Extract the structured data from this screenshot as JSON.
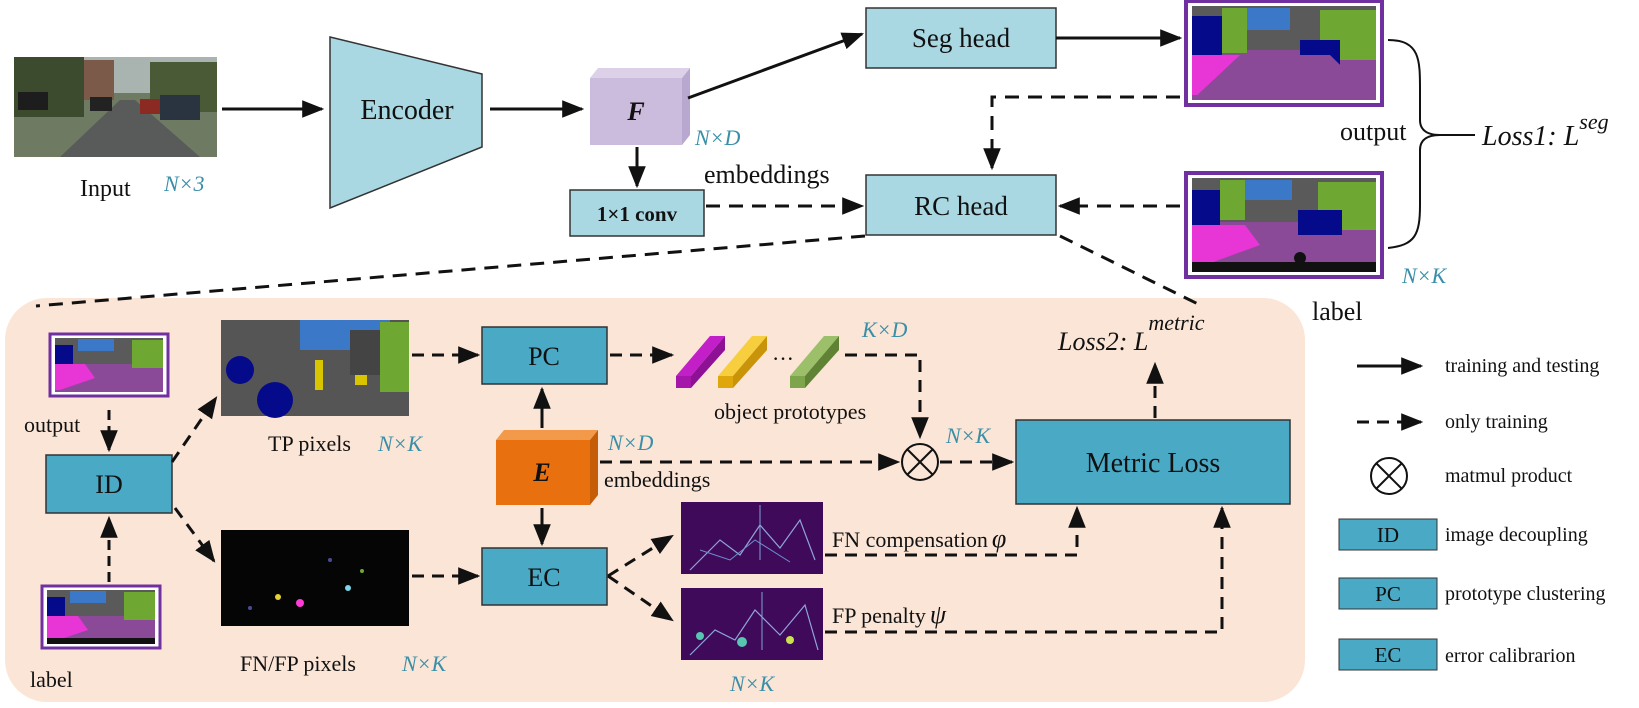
{
  "colors": {
    "module_fill": "#a9d8e3",
    "module_dark_fill": "#4aa9c4",
    "feature_fill": "#cbbcdd",
    "embedding_fill": "#e8700e",
    "panel_fill": "#fbe5d6",
    "frame_border": "#7030a0",
    "dim_text": "#3a8fa8",
    "proto_1": "#c31fc8",
    "proto_2": "#f3bb14",
    "proto_3": "#7ea54b"
  },
  "top": {
    "input_label": "Input",
    "input_dim": "N×3",
    "encoder_label": "Encoder",
    "feature_label": "F",
    "feature_dim": "N×D",
    "conv_label": "1×1 conv",
    "embeddings_label": "embeddings",
    "seg_head_label": "Seg head",
    "rc_head_label": "RC head",
    "output_label": "output",
    "label_label": "label",
    "label_dim": "N×K",
    "loss1_text": "Loss1: L",
    "loss1_sup": "seg"
  },
  "panel": {
    "output_label": "output",
    "label_label": "label",
    "id_label": "ID",
    "tp_label": "TP pixels",
    "tp_dim": "N×K",
    "fnfp_label": "FN/FP pixels",
    "fnfp_dim": "N×K",
    "pc_label": "PC",
    "ec_label": "EC",
    "e_label": "E",
    "e_dim": "N×D",
    "embeddings_label": "embeddings",
    "proto_dots": "···",
    "proto_dim": "K×D",
    "proto_label": "object prototypes",
    "matmul_dim": "N×K",
    "metric_loss_label": "Metric Loss",
    "loss2_text": "Loss2: L",
    "loss2_sup": "metric",
    "fn_comp_label": "FN compensation",
    "fn_comp_symbol": "φ",
    "fp_pen_label": "FP penalty",
    "fp_pen_symbol": "ψ",
    "maps_dim": "N×K"
  },
  "legend": [
    {
      "key": "solid",
      "text": "training and testing"
    },
    {
      "key": "dashed",
      "text": "only training"
    },
    {
      "key": "matmul",
      "text": "matmul product"
    },
    {
      "key": "ID",
      "text": "image decoupling"
    },
    {
      "key": "PC",
      "text": "prototype clustering"
    },
    {
      "key": "EC",
      "text": "error calibrarion"
    }
  ]
}
